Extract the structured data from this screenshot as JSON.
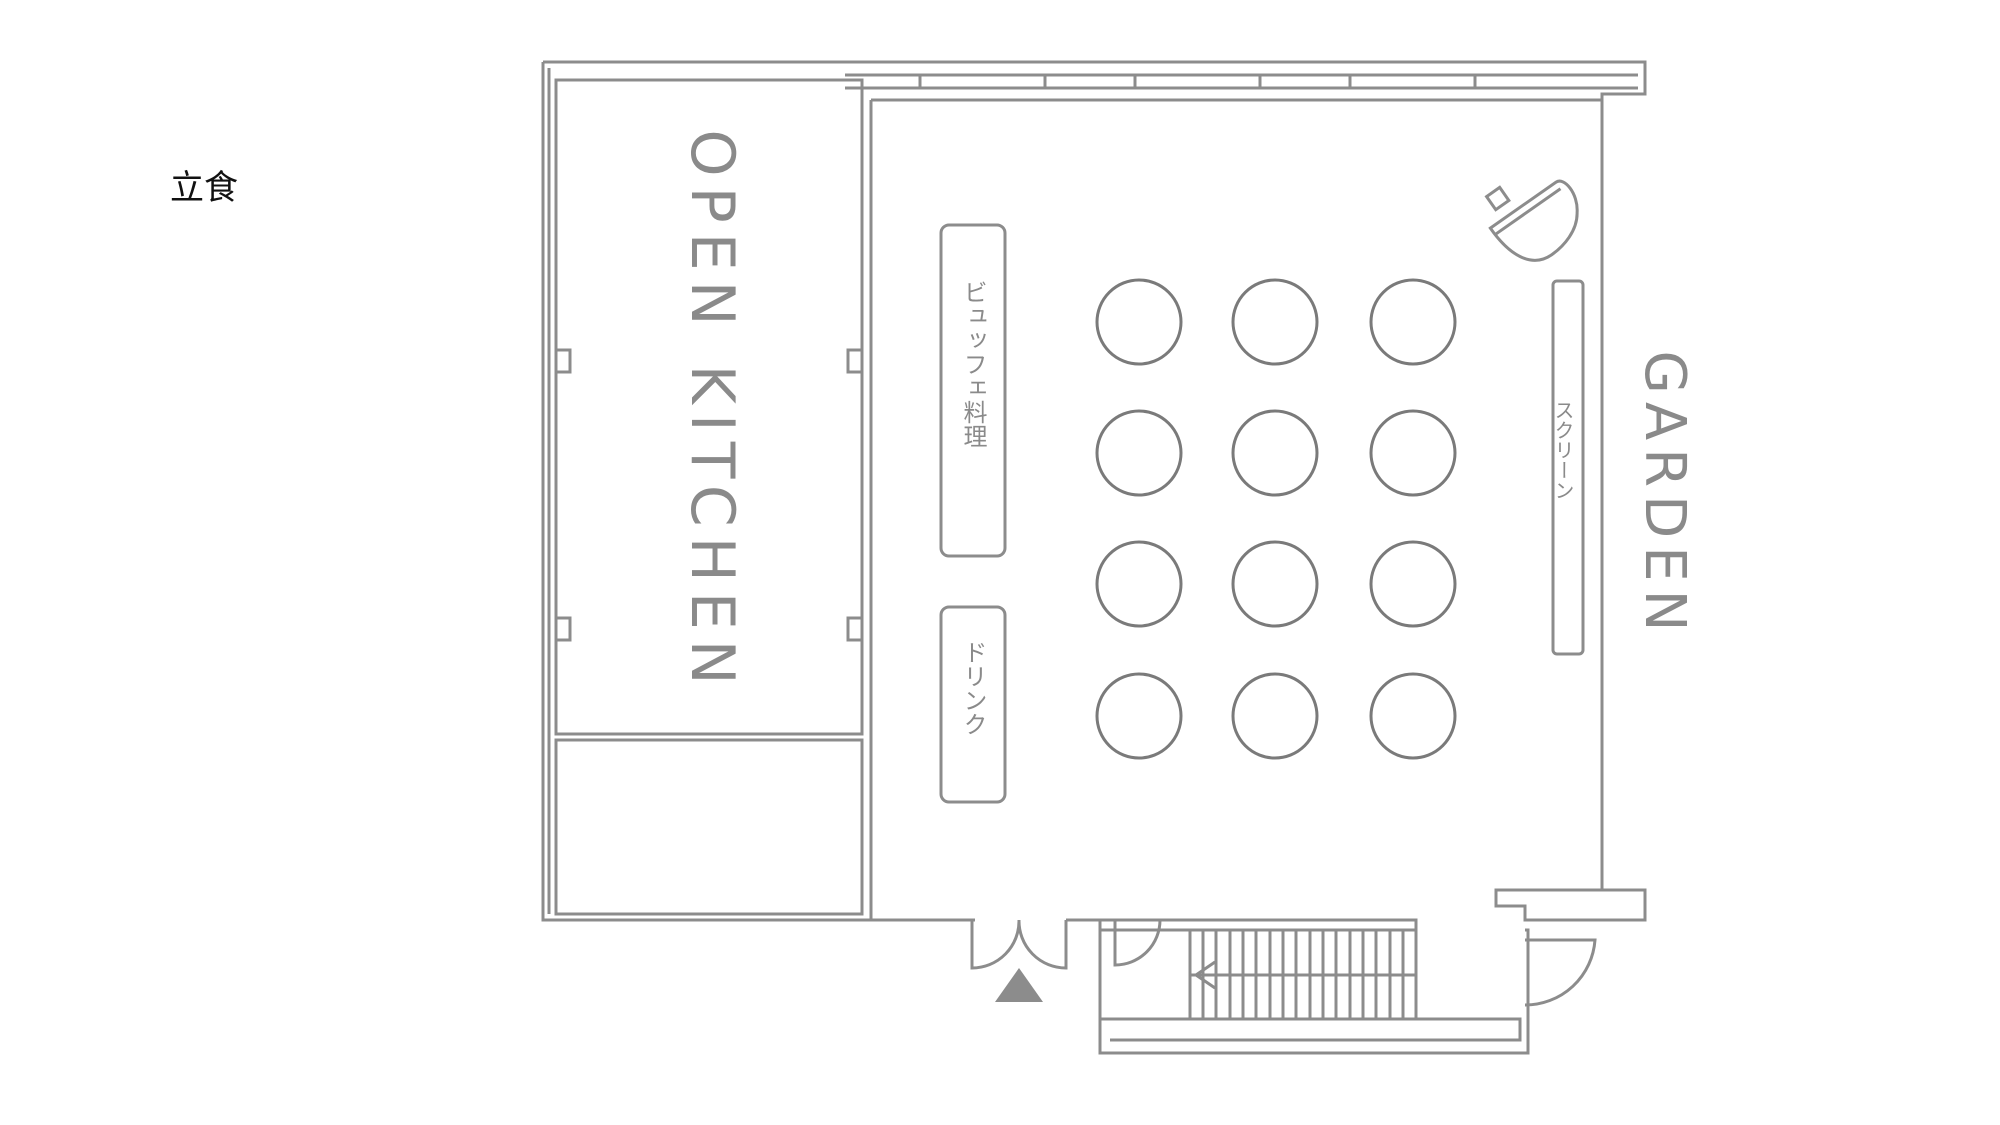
{
  "title": "立食",
  "labels": {
    "kitchen": "OPEN KITCHEN",
    "buffet": "ビュッフェ料理",
    "drink": "ドリンク",
    "screen": "スクリーン",
    "garden": "GARDEN"
  },
  "tables": {
    "rows": 4,
    "cols": 3
  },
  "colors": {
    "wall": "#8c8c8c",
    "table": "#7a7a7a",
    "entrance": "#8c8c8c"
  }
}
